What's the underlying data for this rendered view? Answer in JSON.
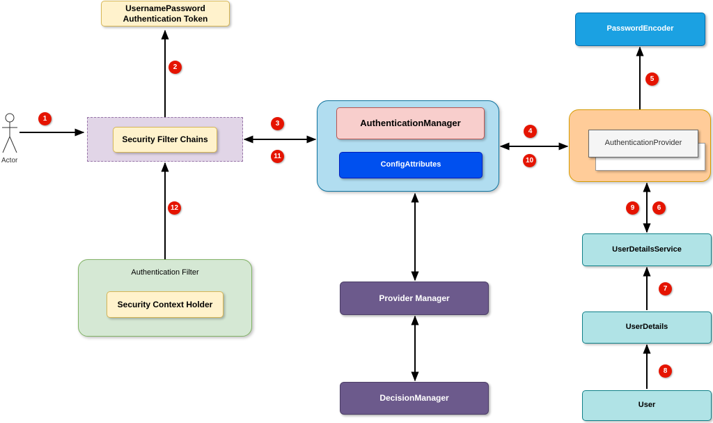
{
  "actor": {
    "label": "Actor",
    "icon": "stick-figure-icon"
  },
  "boxes": {
    "token": "UsernamePassword Authentication Token",
    "filter_chains": "Security Filter Chains",
    "auth_filter": "Authentication Filter",
    "context_holder": "Security Context Holder",
    "auth_manager": "AuthenticationManager",
    "config_attributes": "ConfigAttributes",
    "provider_manager": "Provider Manager",
    "decision_manager": "DecisionManager",
    "password_encoder": "PasswordEncoder",
    "auth_provider": "AuthenticationProvider",
    "user_details_service": "UserDetailsService",
    "user_details": "UserDetails",
    "user": "User"
  },
  "steps": [
    "1",
    "2",
    "3",
    "4",
    "5",
    "6",
    "7",
    "8",
    "9",
    "10",
    "11",
    "12"
  ],
  "colors": {
    "step_badge": "#e51400",
    "arrow": "#000000"
  }
}
